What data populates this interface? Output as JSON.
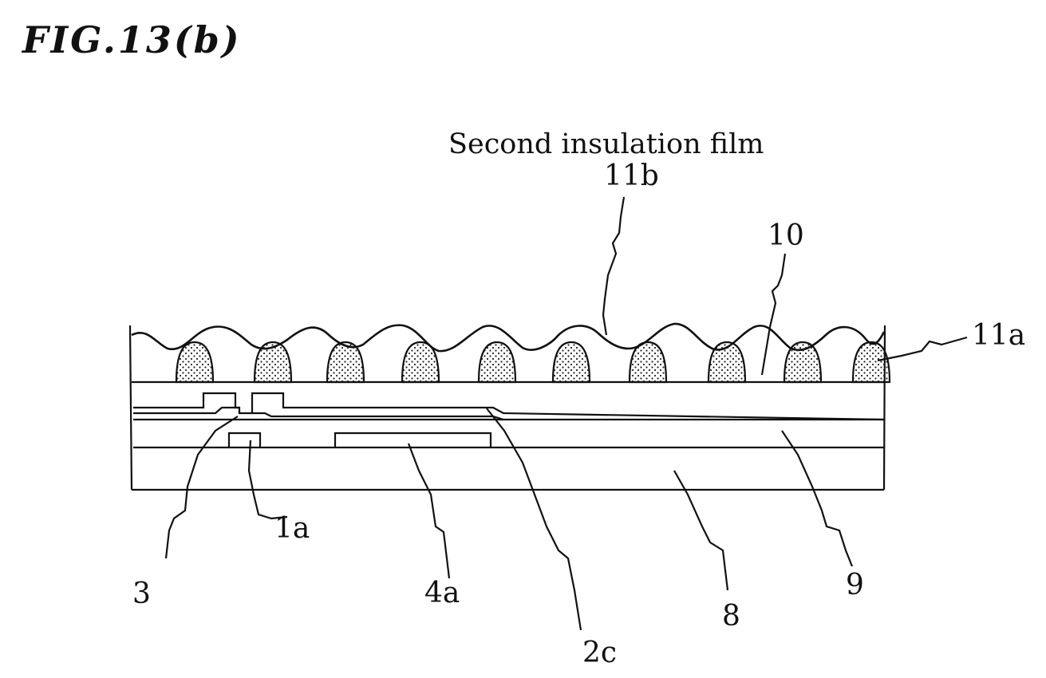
{
  "figure": {
    "title": "FIG.13(b)",
    "caption": "Second insulation film",
    "labels": {
      "l11b": "11b",
      "l10": "10",
      "l11a": "11a",
      "l1a": "1a",
      "l3": "3",
      "l4a": "4a",
      "l2c": "2c",
      "l8": "8",
      "l9": "9"
    }
  }
}
